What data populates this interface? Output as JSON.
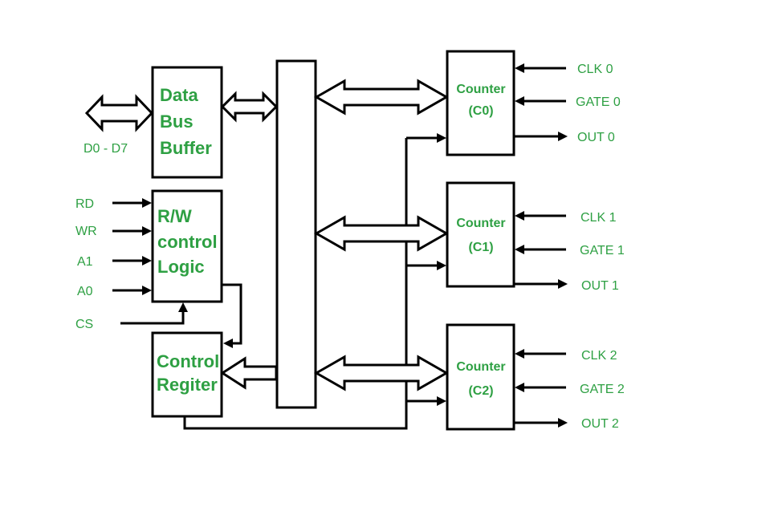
{
  "diagram": {
    "data_bus_buffer": [
      "Data",
      "Bus",
      "Buffer"
    ],
    "rw_logic": [
      "R/W",
      "control",
      "Logic"
    ],
    "control_register": [
      "Control",
      "Regiter"
    ],
    "counters": [
      {
        "line1": "Counter",
        "line2": "(C0)",
        "clk": "CLK 0",
        "gate": "GATE 0",
        "out": "OUT 0"
      },
      {
        "line1": "Counter",
        "line2": "(C1)",
        "clk": "CLK 1",
        "gate": "GATE 1",
        "out": "OUT 1"
      },
      {
        "line1": "Counter",
        "line2": "(C2)",
        "clk": "CLK 2",
        "gate": "GATE 2",
        "out": "OUT 2"
      }
    ],
    "data_pins": "D0 - D7",
    "control_inputs": [
      "RD",
      "WR",
      "A1",
      "A0"
    ],
    "chip_select": "CS",
    "label_color": "#2ea043",
    "line_color": "#000000"
  }
}
